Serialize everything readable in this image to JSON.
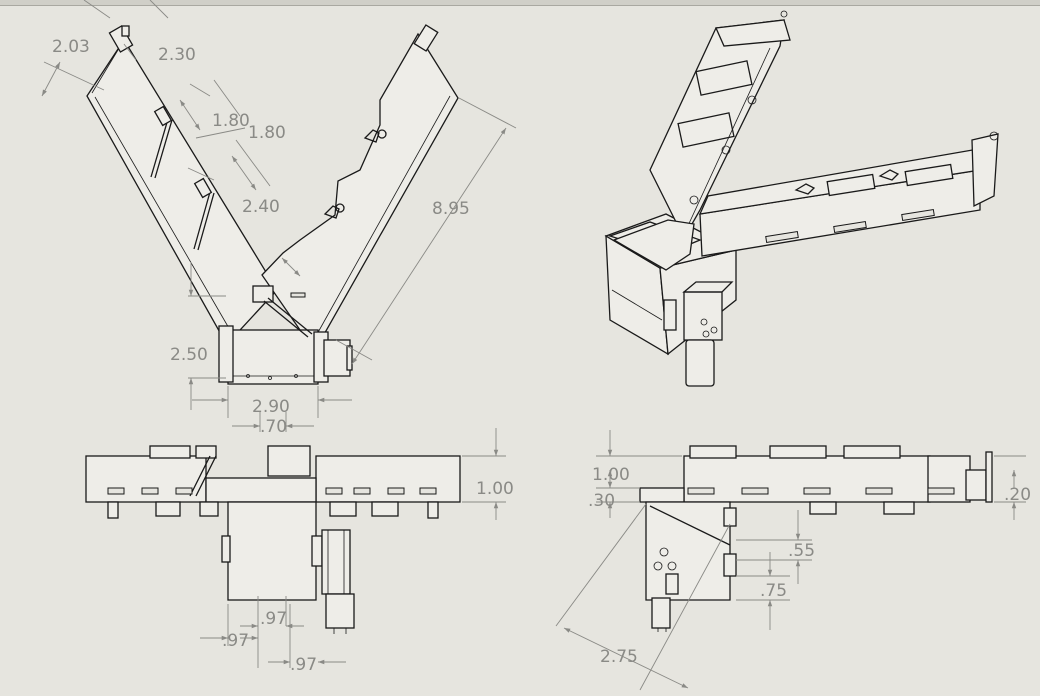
{
  "drawing": {
    "colors": {
      "background": "#e6e5df",
      "line": "#1a1a1a",
      "dimension": "#8a8a86"
    },
    "views": {
      "top_view": {
        "dims": {
          "d_2_03": "2.03",
          "d_2_30": "2.30",
          "d_1_80_a": "1.80",
          "d_1_80_b": "1.80",
          "d_2_40": "2.40",
          "d_8_95": "8.95",
          "d_2_50": "2.50",
          "d_2_90": "2.90",
          "d_70": ".70"
        }
      },
      "front_view": {
        "dims": {
          "d_1_00": "1.00",
          "d_97_a": ".97",
          "d_97_b": ".97",
          "d_97_c": ".97"
        }
      },
      "side_view": {
        "dims": {
          "d_1_00": "1.00",
          "d_30": ".30",
          "d_20": ".20",
          "d_55": ".55",
          "d_75": ".75",
          "d_2_75": "2.75"
        }
      },
      "iso_view": {}
    }
  }
}
